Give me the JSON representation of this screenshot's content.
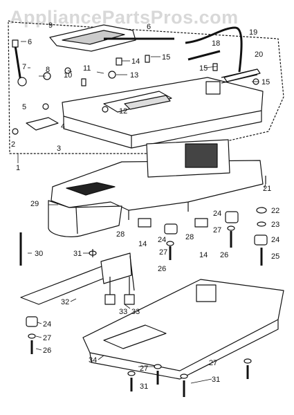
{
  "watermark": "AppliancePartsPros.com",
  "callouts": [
    "1",
    "2",
    "3",
    "4",
    "5",
    "6",
    "7",
    "8",
    "9",
    "10",
    "11",
    "12",
    "13",
    "14",
    "15",
    "18",
    "19",
    "20",
    "21",
    "22",
    "23",
    "24",
    "25",
    "26",
    "27",
    "28",
    "29",
    "30",
    "31",
    "32",
    "33",
    "34"
  ]
}
